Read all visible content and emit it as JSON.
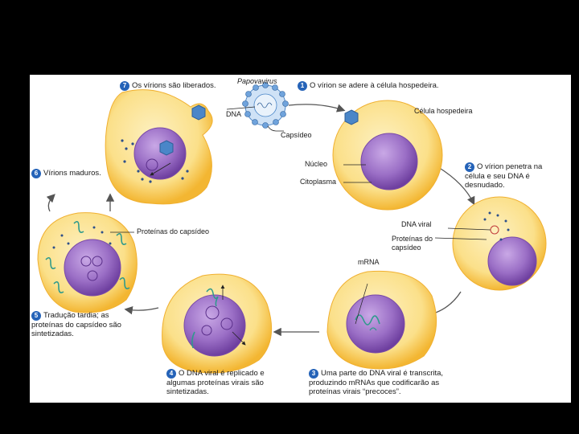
{
  "steps": [
    {
      "num": "1",
      "text": "O vírion se adere à célula hospedeira."
    },
    {
      "num": "2",
      "text": "O vírion penetra na célula e seu DNA é desnudado."
    },
    {
      "num": "3",
      "text": "Uma parte do DNA viral é transcrita, produzindo mRNAs que codificarão as proteínas virais “precoces”."
    },
    {
      "num": "4",
      "text": "O DNA viral é replicado e algumas proteínas virais são sintetizadas."
    },
    {
      "num": "5",
      "text": "Tradução tardia; as proteínas do capsídeo são sintetizadas."
    },
    {
      "num": "6",
      "text": "Vírions maduros."
    },
    {
      "num": "7",
      "text": "Os vírions são liberados."
    }
  ],
  "labels": {
    "papovavirus": "Papovavirus",
    "dna": "DNA",
    "capsideo": "Capsídeo",
    "celula_hospedeira": "Célula hospedeira",
    "nucleo": "Núcleo",
    "citoplasma": "Citoplasma",
    "dna_viral": "DNA viral",
    "proteinas_capsideo_right": "Proteínas do capsídeo",
    "mrna": "mRNA",
    "proteinas_capsideo_left": "Proteínas do capsídeo"
  },
  "colors": {
    "background": "#000000",
    "panel": "#ffffff",
    "cell_fill": "#fbe08a",
    "cell_edge": "#f3b632",
    "nucleus": "#9b6fc6",
    "nucleus_edge": "#7a4aa8",
    "virus": "#4a86c8",
    "viral_dna": "#2e9a8c",
    "arrow": "#555555",
    "step_number": "#2563b8"
  }
}
